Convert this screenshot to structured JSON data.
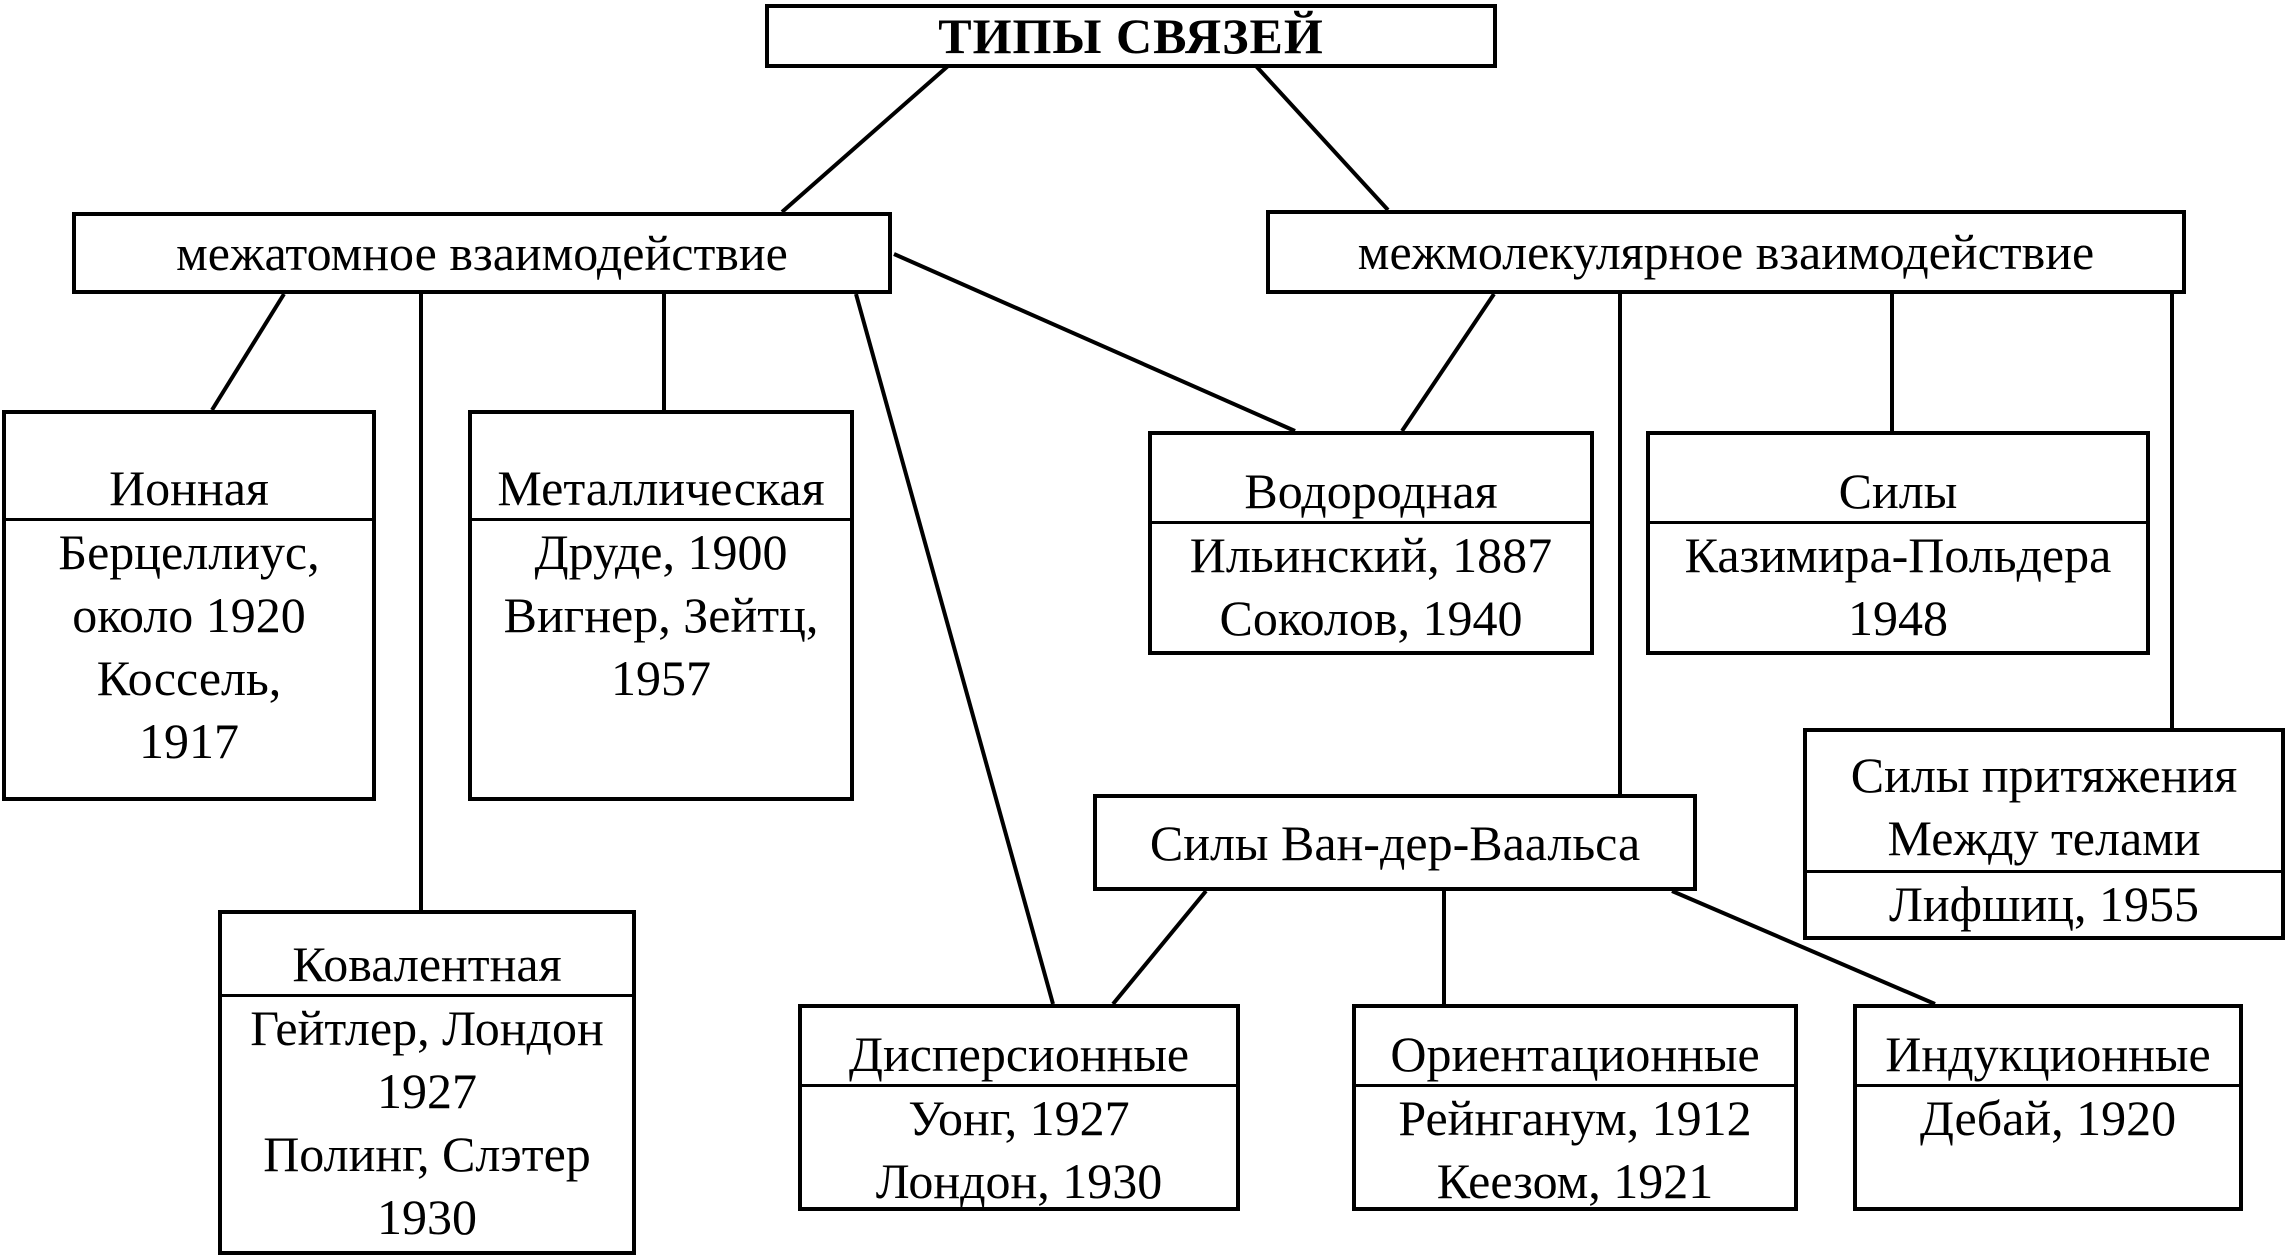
{
  "title": "ТИПЫ СВЯЗЕЙ",
  "categories": {
    "interatomic": "межатомное взаимодействие",
    "intermolecular": "межмолекулярное взаимодействие"
  },
  "bonds": {
    "ionic": {
      "name": "Ионная",
      "lines": [
        "Берцеллиус,",
        "около 1920",
        "Коссель,",
        "1917"
      ]
    },
    "covalent": {
      "name": "Ковалентная",
      "lines": [
        "Гейтлер, Лондон",
        "1927",
        "Полинг, Слэтер",
        "1930"
      ]
    },
    "metallic": {
      "name": "Металлическая",
      "lines": [
        "Друде, 1900",
        "Вигнер, Зейтц,",
        "1957"
      ]
    },
    "hydrogen": {
      "name": "Водородная",
      "lines": [
        "Ильинский, 1887",
        "Соколов, 1940"
      ]
    },
    "casimir": {
      "name": "Силы",
      "lines": [
        "Казимира-Польдера",
        "1948"
      ]
    },
    "attraction": {
      "name_lines": [
        "Силы притяжения",
        "Между телами"
      ],
      "lines": [
        "Лифшиц, 1955"
      ]
    },
    "vdw": {
      "name": "Силы Ван-дер-Ваальса"
    },
    "dispersion": {
      "name": "Дисперсионные",
      "lines": [
        "Уонг, 1927",
        "Лондон, 1930"
      ]
    },
    "orientation": {
      "name": "Ориентационные",
      "lines": [
        "Рейнганум, 1912",
        "Кеезом, 1921"
      ]
    },
    "induction": {
      "name": "Индукционные",
      "lines": [
        "Дебай, 1920"
      ]
    }
  }
}
